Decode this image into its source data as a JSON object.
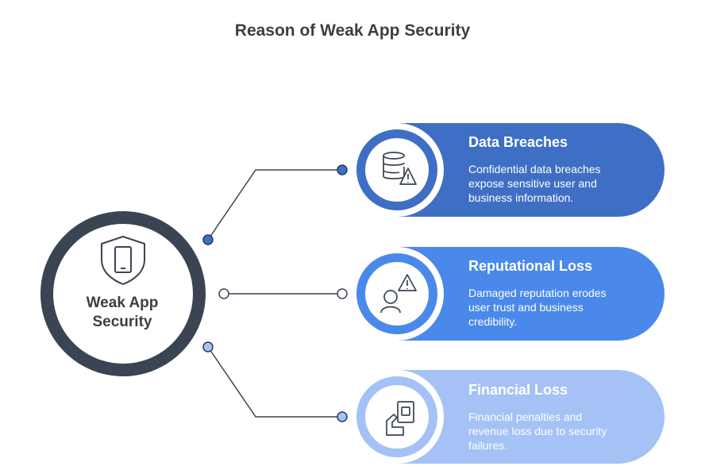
{
  "title": "Reason of Weak App Security",
  "hub": {
    "label_line1": "Weak App",
    "label_line2": "Security",
    "icon": "phone-shield-icon"
  },
  "items": [
    {
      "title": "Data Breaches",
      "desc_lines": [
        "Confidential data breaches",
        "expose sensitive user and",
        "business information."
      ],
      "icon": "database-warning-icon",
      "color": "#3f6fc4"
    },
    {
      "title": "Reputational Loss",
      "desc_lines": [
        "Damaged reputation erodes",
        "user trust and business",
        "credibility."
      ],
      "icon": "user-warning-icon",
      "color": "#4a89ea"
    },
    {
      "title": "Financial Loss",
      "desc_lines": [
        "Financial penalties and",
        "revenue loss due to security",
        "failures."
      ],
      "icon": "money-hand-icon",
      "color": "#a4c2f5"
    }
  ],
  "colors": {
    "hub_ring": "#3a4453",
    "text_dark": "#3b3f45"
  }
}
